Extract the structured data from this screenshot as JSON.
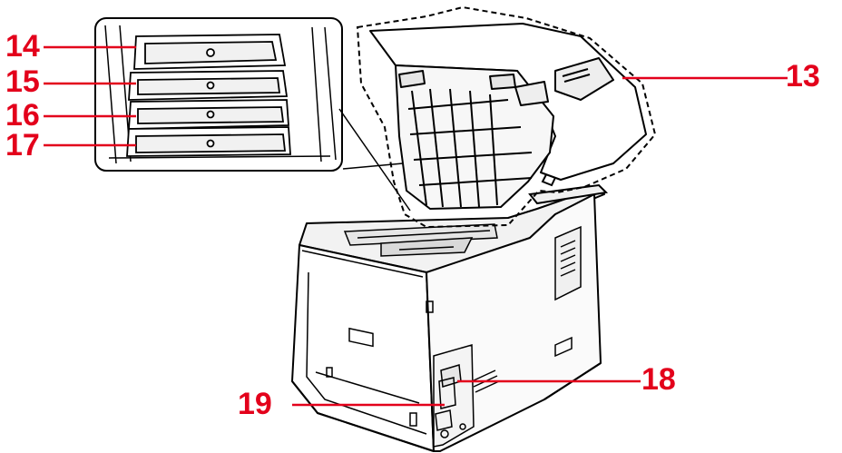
{
  "callouts": {
    "c13": "13",
    "c14": "14",
    "c15": "15",
    "c16": "16",
    "c17": "17",
    "c18": "18",
    "c19": "19"
  },
  "colors": {
    "callout": "#e3001b",
    "line_art": "#000000",
    "shade": "#e6e6e6"
  }
}
